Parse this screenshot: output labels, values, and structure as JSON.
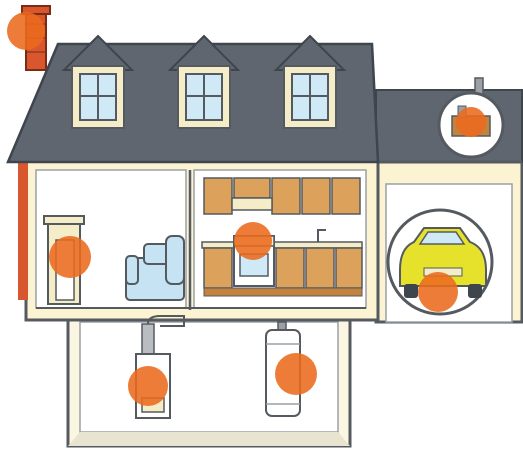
{
  "diagram": {
    "kind": "house-cutaway",
    "colors": {
      "roof": "#5f6670",
      "roof_edge": "#3f454c",
      "wall": "#fbf3d2",
      "outline": "#555a60",
      "window_frame": "#f4edc8",
      "window_glass": "#cfe9f7",
      "brick": "#d8572f",
      "cabinet": "#dca15a",
      "cabinet_dark": "#c2833f",
      "sofa": "#c6e3f3",
      "car": "#e6e22c",
      "hotspot": "#eb6a1e",
      "floor": "#fbf6e2",
      "duct": "#b9bdc1"
    },
    "rooms": [
      "living-room",
      "kitchen",
      "garage",
      "basement",
      "attic"
    ],
    "hotspots": [
      {
        "id": "chimney",
        "label_icon": "chimney-hotspot"
      },
      {
        "id": "fireplace",
        "label_icon": "fireplace-hotspot"
      },
      {
        "id": "stove",
        "label_icon": "stove-hotspot"
      },
      {
        "id": "garage-heater",
        "label_icon": "heater-hotspot"
      },
      {
        "id": "car-exhaust",
        "label_icon": "car-hotspot"
      },
      {
        "id": "furnace",
        "label_icon": "furnace-hotspot"
      },
      {
        "id": "water-heater",
        "label_icon": "water-heater-hotspot"
      }
    ]
  }
}
